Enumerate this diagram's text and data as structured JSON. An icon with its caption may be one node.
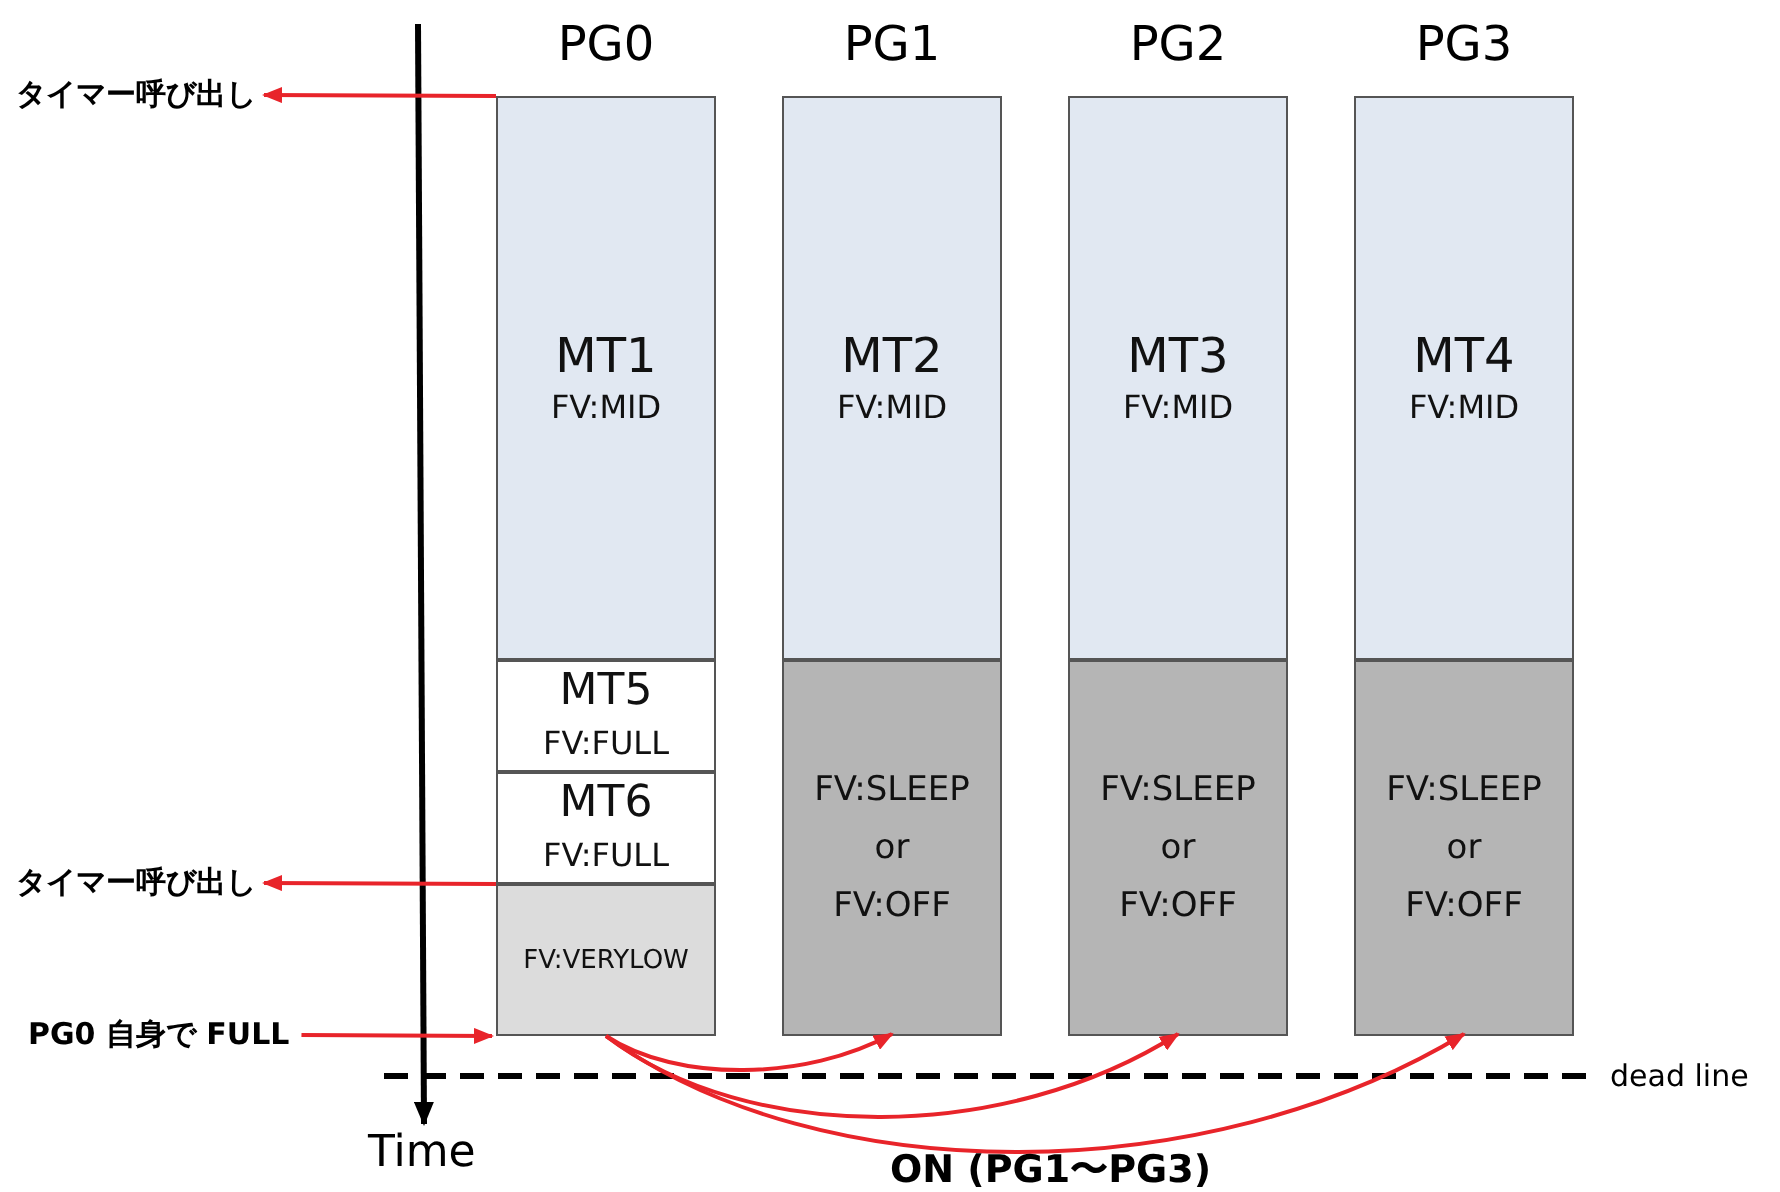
{
  "diagram": {
    "nodes": [
      {
        "text": [
          "PG0"
        ]
      },
      {
        "text": [
          "MT1",
          "FV:MID"
        ],
        "in": 0
      },
      {
        "text": [
          "MT5",
          "FV:FULL"
        ],
        "in": 0
      },
      {
        "text": [
          "MT6",
          "FV:FULL"
        ],
        "in": 0
      },
      {
        "text": [
          "FV:VERYLOW"
        ],
        "in": 0
      },
      {
        "text": [
          "PG1"
        ]
      },
      {
        "text": [
          "MT2",
          "FV:MID"
        ],
        "in": 5
      },
      {
        "text": [
          "FV:SLEEP or FV:OFF"
        ],
        "in": 5
      },
      {
        "text": [
          "PG2"
        ]
      },
      {
        "text": [
          "MT3",
          "FV:MID"
        ],
        "in": 8
      },
      {
        "text": [
          "FV:SLEEP or FV:OFF"
        ],
        "in": 8
      },
      {
        "text": [
          "PG3"
        ]
      },
      {
        "text": [
          "MT4",
          "FV:MID"
        ],
        "in": 11
      },
      {
        "text": [
          "FV:SLEEP or FV:OFF"
        ],
        "in": 11
      },
      {
        "text": [
          "タイマー呼び出し"
        ]
      },
      {
        "text": [
          "タイマー呼び出し"
        ]
      },
      {
        "text": [
          "PG0 自身で FULL"
        ]
      }
    ],
    "edges": [
      {
        "from": 1,
        "to": 14,
        "arrow": "to"
      },
      {
        "from": 4,
        "to": 15,
        "arrow": "to"
      },
      {
        "from": 16,
        "to": 4,
        "arrow": "to"
      },
      {
        "from": 4,
        "to": 7,
        "arrow": "to"
      },
      {
        "from": 4,
        "to": 10,
        "arrow": "to"
      },
      {
        "from": 4,
        "to": 13,
        "arrow": "to"
      }
    ],
    "labels": [
      "Time",
      "dead line",
      "ON (PG1〜PG3)"
    ]
  }
}
